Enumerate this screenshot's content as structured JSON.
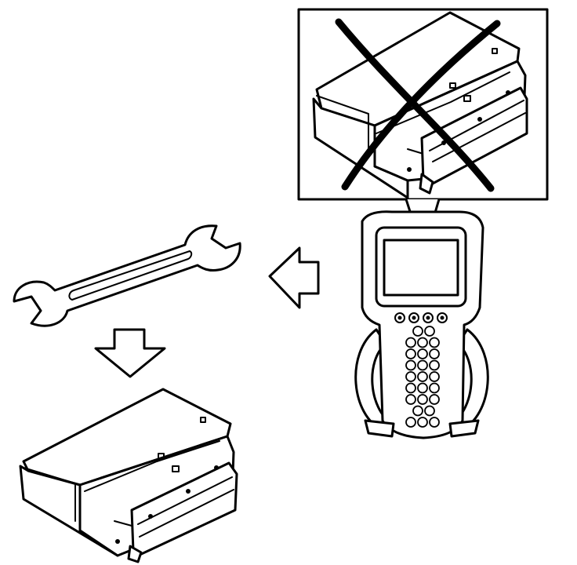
{
  "colors": {
    "line": "#000000",
    "background": "#ffffff"
  },
  "icons": {
    "module_in_callout": "ecu-module-icon",
    "cross_out": "x-cross-icon",
    "scan_tool": "scan-tool-icon",
    "process_arrow_left": "arrow-left-icon",
    "wrench": "wrench-icon",
    "process_arrow_down": "arrow-down-icon",
    "replacement_module": "ecu-module-icon"
  },
  "scan_tool": {
    "top_buttons": 4,
    "keypad_rows": [
      2,
      3,
      3,
      3,
      3,
      3,
      3,
      2,
      3
    ]
  }
}
